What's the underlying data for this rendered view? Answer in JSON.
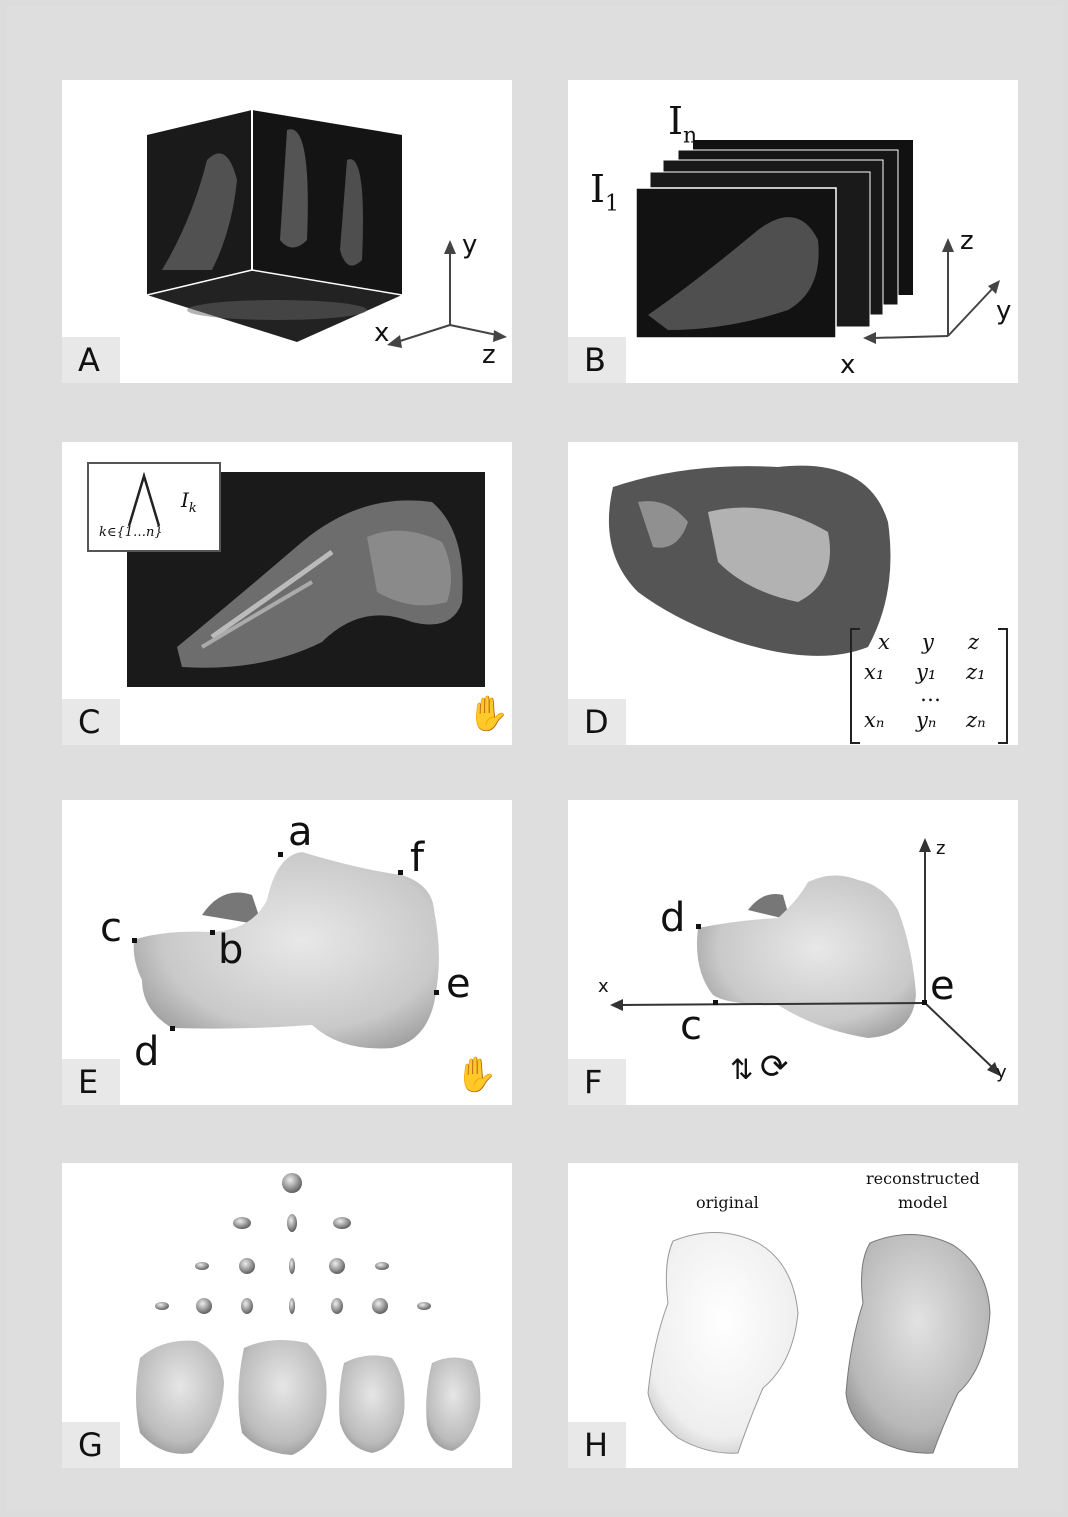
{
  "panels": {
    "A": {
      "tag": "A",
      "axis_y": "y",
      "axis_x": "x",
      "axis_z": "z"
    },
    "B": {
      "tag": "B",
      "slice_first": "I",
      "slice_first_sub": "1",
      "slice_last": "I",
      "slice_last_sub": "n",
      "axis_z": "z",
      "axis_y": "y",
      "axis_x": "x"
    },
    "C": {
      "tag": "C",
      "operator_subscript": "k∈{1…n}",
      "operator_term": "I",
      "operator_term_sub": "k",
      "hand_icon": "hand-icon"
    },
    "D": {
      "tag": "D",
      "matrix_header": [
        "x",
        "y",
        "z"
      ],
      "matrix_row1": [
        "x₁",
        "y₁",
        "z₁"
      ],
      "matrix_dots": "…",
      "matrix_rown": [
        "xₙ",
        "yₙ",
        "zₙ"
      ]
    },
    "E": {
      "tag": "E",
      "landmarks": [
        "a",
        "b",
        "c",
        "d",
        "e",
        "f"
      ],
      "hand_icon": "hand-icon"
    },
    "F": {
      "tag": "F",
      "axis_x": "x",
      "axis_y": "y",
      "axis_z": "z",
      "landmark_c": "c",
      "landmark_d": "d",
      "landmark_e": "e",
      "transform_icons": [
        "translate-arrows-icon",
        "rotate-icon"
      ]
    },
    "G": {
      "tag": "G"
    },
    "H": {
      "tag": "H",
      "label_original": "original",
      "label_reconstructed_1": "reconstructed",
      "label_reconstructed_2": "model"
    }
  }
}
